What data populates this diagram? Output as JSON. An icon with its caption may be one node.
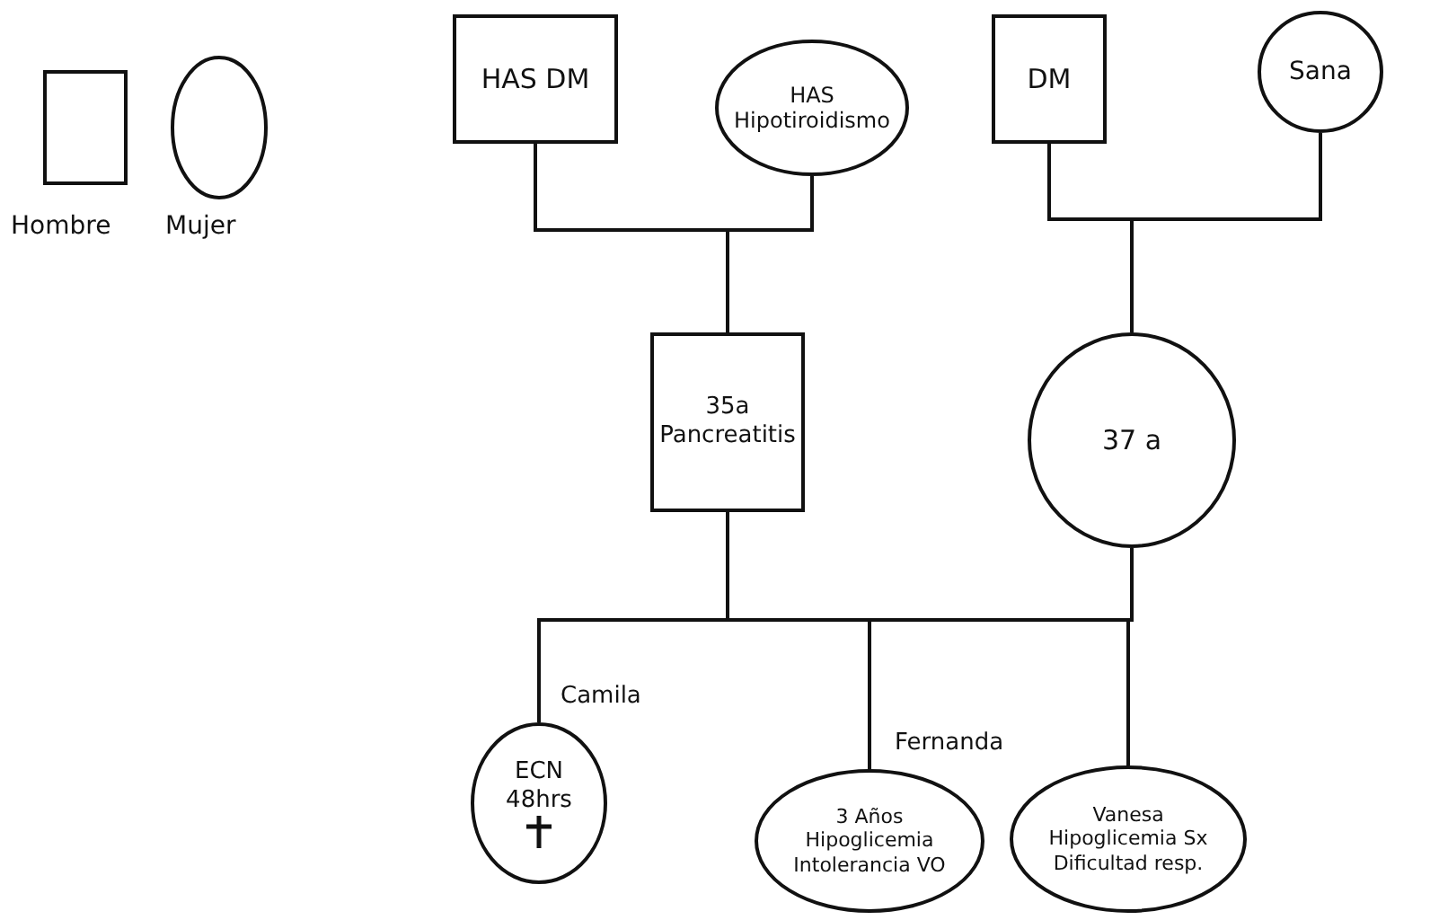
{
  "diagram": {
    "nodes": [
      {
        "text": [
          "HAS DM"
        ]
      },
      {
        "text": [
          "HAS Hipotiroidismo"
        ]
      },
      {
        "text": [
          "DM"
        ]
      },
      {
        "text": [
          "Sana"
        ]
      },
      {
        "text": [
          "35a Pancreatitis"
        ]
      },
      {
        "text": [
          "37 a"
        ]
      },
      {
        "text": [
          "ECN 48hrs"
        ],
        "beside": [
          "Camila"
        ]
      },
      {
        "text": [
          "3 Años Hipoglicemia Intolerancia VO"
        ],
        "beside": [
          "Fernanda"
        ]
      },
      {
        "text": [
          "Vanesa Hipoglicemia Sx Dificultad resp."
        ]
      }
    ],
    "edges": [
      {
        "from": 0,
        "to": 4,
        "arrow": "none"
      },
      {
        "from": 1,
        "to": 4,
        "arrow": "none"
      },
      {
        "from": 2,
        "to": 5,
        "arrow": "none"
      },
      {
        "from": 3,
        "to": 5,
        "arrow": "none"
      },
      {
        "from": 4,
        "to": 6,
        "arrow": "none"
      },
      {
        "from": 4,
        "to": 7,
        "arrow": "none"
      },
      {
        "from": 4,
        "to": 8,
        "arrow": "none"
      },
      {
        "from": 5,
        "to": 6,
        "arrow": "none"
      },
      {
        "from": 5,
        "to": 7,
        "arrow": "none"
      },
      {
        "from": 5,
        "to": 8,
        "arrow": "none"
      }
    ],
    "legend": [
      {
        "text": "Hombre"
      },
      {
        "text": "Mujer"
      }
    ]
  }
}
